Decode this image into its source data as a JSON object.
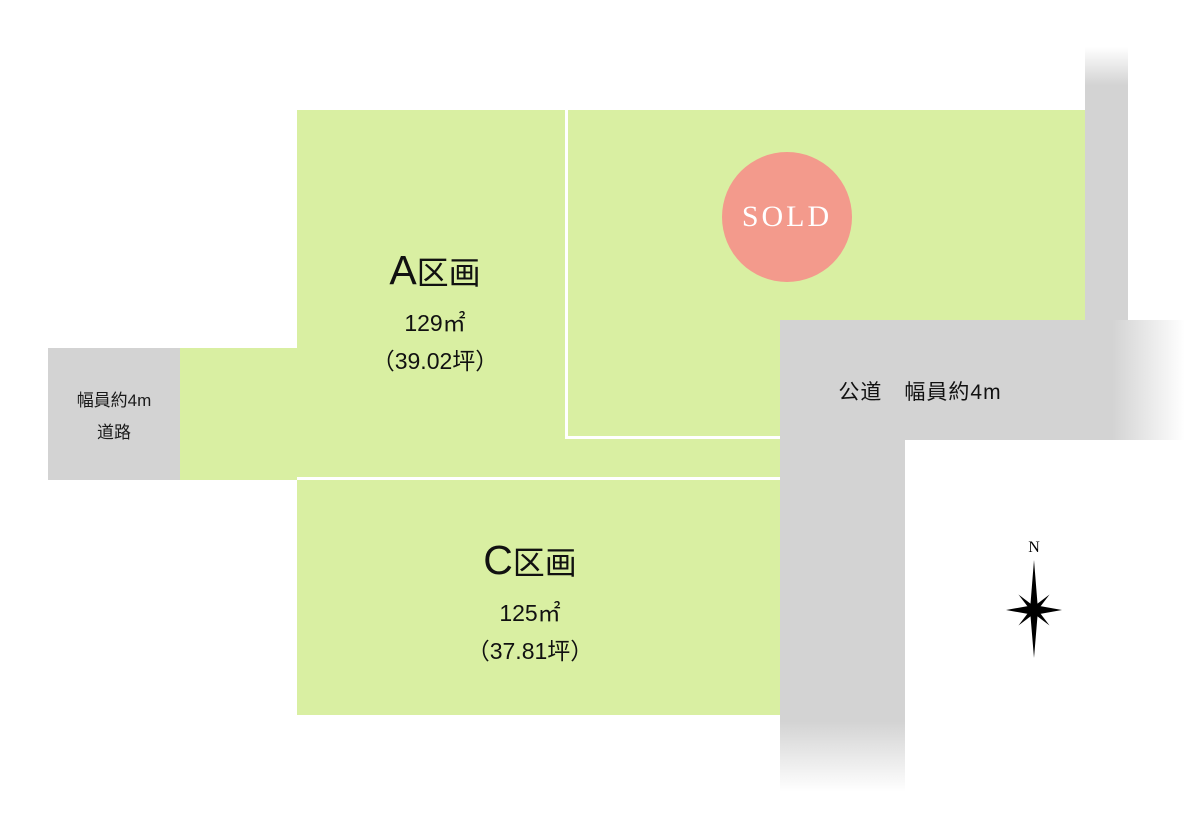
{
  "colors": {
    "plot_green": "#d9efa2",
    "road_gray": "#d3d3d3",
    "sold_pink": "#f39a8c",
    "divider_white": "#ffffff"
  },
  "plots": {
    "a": {
      "letter": "A",
      "suffix": "区画",
      "area_m2": "129㎡",
      "area_tsubo": "（39.02坪）"
    },
    "c": {
      "letter": "C",
      "suffix": "区画",
      "area_m2": "125㎡",
      "area_tsubo": "（37.81坪）"
    },
    "sold": {
      "label": "SOLD"
    }
  },
  "roads": {
    "left": {
      "line1": "幅員約4m",
      "line2": "道路"
    },
    "public": {
      "label": "公道　幅員約4m"
    }
  },
  "compass": {
    "label": "N"
  }
}
